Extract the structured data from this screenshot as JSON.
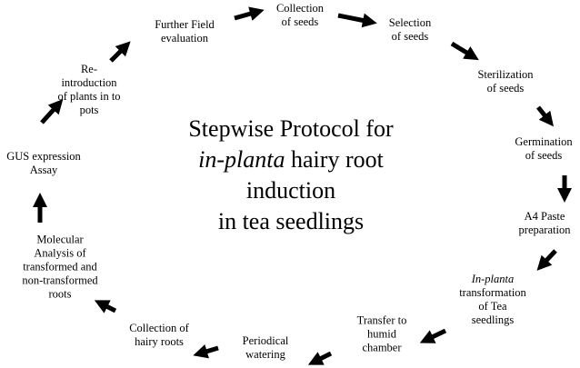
{
  "title": {
    "line1": "Stepwise Protocol for",
    "line2_italic": "in-planta",
    "line2_rest": " hairy root",
    "line3": "induction",
    "line4": "in tea seedlings"
  },
  "steps": [
    {
      "id": "collection-of-seeds",
      "lines": [
        "Collection",
        "of seeds"
      ]
    },
    {
      "id": "selection-of-seeds",
      "lines": [
        "Selection",
        "of seeds"
      ]
    },
    {
      "id": "sterilization-of-seeds",
      "lines": [
        "Sterilization",
        "of seeds"
      ]
    },
    {
      "id": "germination-of-seeds",
      "lines": [
        "Germination",
        "of seeds"
      ]
    },
    {
      "id": "a4-paste-preparation",
      "lines": [
        "A4 Paste",
        "preparation"
      ]
    },
    {
      "id": "in-planta-transformation",
      "italic_prefix": "In-planta",
      "lines": [
        "transformation",
        "of Tea",
        "seedlings"
      ]
    },
    {
      "id": "transfer-to-humid-chamber",
      "lines": [
        "Transfer to",
        "humid",
        "chamber"
      ]
    },
    {
      "id": "periodical-watering",
      "lines": [
        "Periodical",
        "watering"
      ]
    },
    {
      "id": "collection-of-hairy-roots",
      "lines": [
        "Collection of",
        "hairy roots"
      ]
    },
    {
      "id": "molecular-analysis",
      "lines": [
        "Molecular",
        "Analysis of",
        "transformed and",
        "non-transformed",
        "roots"
      ]
    },
    {
      "id": "gus-expression-assay",
      "lines": [
        "GUS expression",
        "Assay"
      ]
    },
    {
      "id": "reintroduction-of-plants",
      "lines": [
        "Re-",
        "introduction",
        "of plants in to",
        "pots"
      ]
    },
    {
      "id": "further-field-evaluation",
      "lines": [
        "Further Field",
        "evaluation"
      ]
    }
  ],
  "colors": {
    "text": "#000000",
    "arrow": "#000000",
    "background": "#ffffff"
  }
}
